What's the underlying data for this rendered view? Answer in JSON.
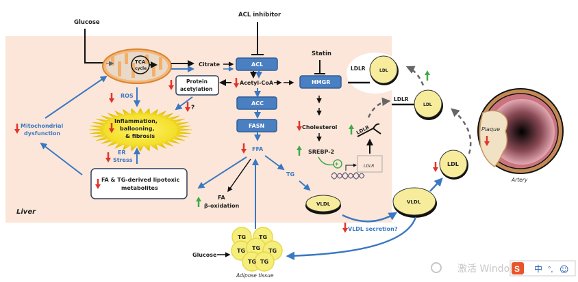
{
  "diagram": {
    "region_label": "Liver",
    "inputs": {
      "glucose_top": "Glucose",
      "acl_inhibitor": "ACL inhibitor",
      "statin": "Statin",
      "glucose_adipose": "Glucose"
    },
    "mitochondrion": {
      "tca_line1": "TCA",
      "tca_line2": "cycle"
    },
    "metabolites": {
      "citrate": "Citrate",
      "acetyl_coa": "Acetyl-CoA",
      "ffa": "FFA",
      "tg": "TG",
      "cholesterol": "Cholesterol",
      "srebp2": "SREBP-2",
      "fa_oxidation_line1": "FA",
      "fa_oxidation_line2": "β-oxidation"
    },
    "enzymes": [
      "ACL",
      "ACC",
      "FASN",
      "HMGR"
    ],
    "boxes": {
      "protein_acetylation_line1": "Protein",
      "protein_acetylation_line2": "acetylation",
      "lipotoxic_line1": "FA & TG-derived lipotoxic",
      "lipotoxic_line2": "metabolites"
    },
    "effects": {
      "ros": "ROS",
      "er_line1": "ER",
      "er_line2": "Stress",
      "mito_line1": "Mitochondrial",
      "mito_line2": "dysfunction",
      "inflammation_line1": "Inflammation,",
      "inflammation_line2": "ballooning,",
      "inflammation_line3": "& fibrosis",
      "question_mark": "?"
    },
    "lipoproteins": {
      "ldlr": "LDLR",
      "ldl": "LDL",
      "vldl": "VLDL",
      "vldl_secretion": "VLDL secretion?",
      "ldlr_gene": "LDLR"
    },
    "artery": {
      "plaque": "Plaque",
      "label": "Artery"
    },
    "adipose": {
      "tg_cells": [
        "TG",
        "TG",
        "TG",
        "TG",
        "TG",
        "TG",
        "TG"
      ],
      "label": "Adipose tissue"
    },
    "colors": {
      "liver_bg": "#fbe6d9",
      "enzyme_box": "#4a7fc1",
      "arrow_blue": "#3a78c2",
      "arrow_down_red": "#e0352b",
      "arrow_up_green": "#3faa4a",
      "lipoprotein_fill": "#f7ec9c",
      "mito_fill": "#f5b678"
    }
  },
  "overlay": {
    "watermark": "激活 Windows",
    "ime_lang": "中",
    "ime_punct": "°,",
    "ime_emoji": "☺"
  }
}
